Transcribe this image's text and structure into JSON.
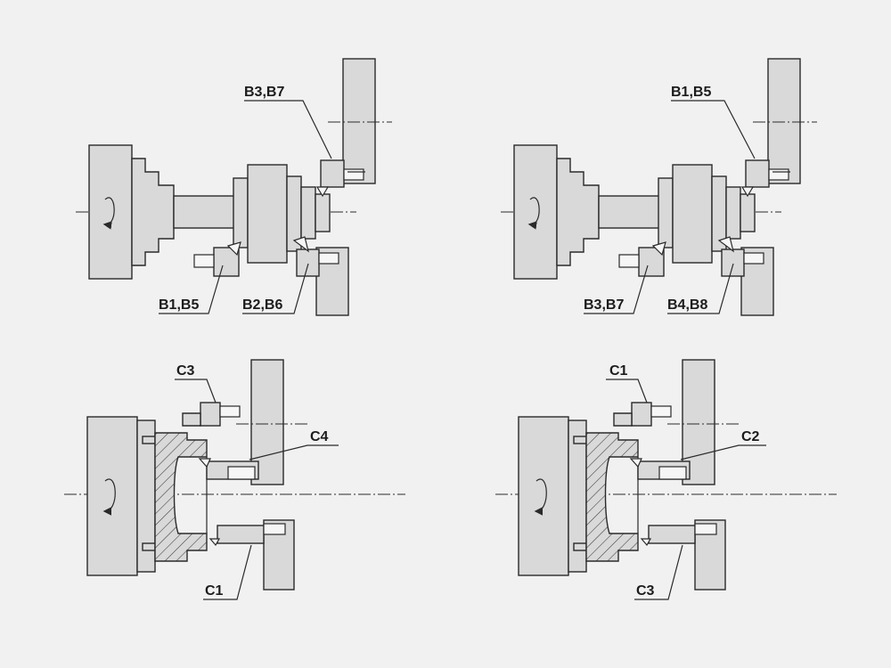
{
  "colors": {
    "background": "#f1f1f1",
    "part_fill": "#d9d9d9",
    "line": "#2a2a2a"
  },
  "panels": {
    "top_left": {
      "labels": {
        "tool_top": "B3,B7",
        "tool_left": "B1,B5",
        "tool_right": "B2,B6"
      }
    },
    "top_right": {
      "labels": {
        "tool_top": "B1,B5",
        "tool_left": "B3,B7",
        "tool_right": "B4,B8"
      }
    },
    "bottom_left": {
      "labels": {
        "tool_top": "C3",
        "tool_inner": "C4",
        "tool_bottom": "C1"
      }
    },
    "bottom_right": {
      "labels": {
        "tool_top": "C1",
        "tool_inner": "C2",
        "tool_bottom": "C3"
      }
    }
  }
}
